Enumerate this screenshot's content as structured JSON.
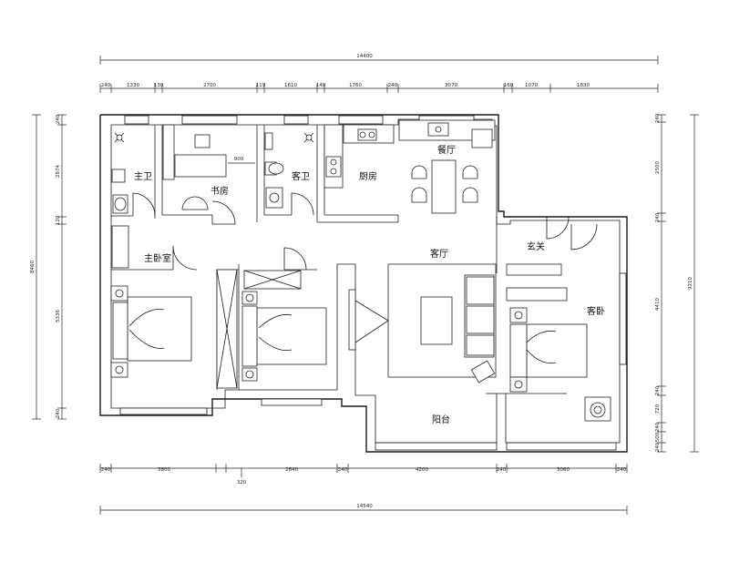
{
  "rooms": {
    "master_bath": "主卫",
    "study": "书房",
    "guest_bath": "客卫",
    "kitchen": "厨房",
    "dining": "餐厅",
    "master_bedroom": "主卧室",
    "living_room": "客厅",
    "foyer": "玄关",
    "guest_bedroom": "客卧",
    "balcony": "阳台"
  },
  "dims": {
    "top_total": "14400",
    "top_segments": [
      "240",
      "1330",
      "130",
      "2700",
      "119",
      "1610",
      "140",
      "1760",
      "240",
      "3070",
      "160",
      "1070",
      "1830"
    ],
    "bottom_segments": [
      "240",
      "3800",
      "2640",
      "240",
      "4200",
      "240",
      "3060",
      "240"
    ],
    "bottom_mid": "320",
    "bottom_total": "14540",
    "left_total": "8460",
    "left_segments": [
      "240",
      "2874",
      "120",
      "5336",
      "240"
    ],
    "right_total": "9210",
    "right_segments": [
      "240",
      "2500",
      "240",
      "4410",
      "240",
      "720",
      "240",
      "500",
      "240"
    ],
    "study_inner": "900"
  }
}
